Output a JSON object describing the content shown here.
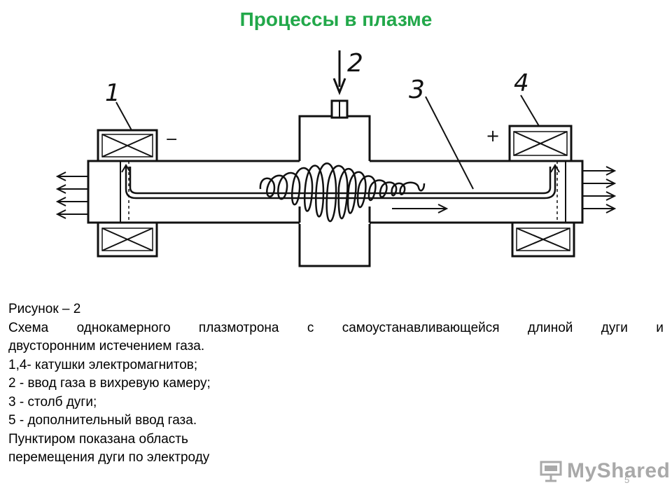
{
  "title": "Процессы в плазме",
  "diagram": {
    "labels": {
      "coil_left": "1",
      "gas_inlet": "2",
      "arc_column": "3",
      "coil_right": "4",
      "minus": "−",
      "plus": "+"
    }
  },
  "caption": {
    "figure_label": "Рисунок – 2",
    "description_words": [
      "Схема",
      "однокамерного",
      "плазмотрона",
      "с",
      "самоустанавливающейся",
      "длиной",
      "дуги",
      "и"
    ],
    "description_line2": "двусторонним истечением газа.",
    "legend": [
      "1,4- катушки  электромагнитов;",
      "2 - ввод газа в вихревую камеру;",
      "3 - столб дуги;",
      "5 - дополнительный ввод газа."
    ],
    "note_line1": "Пунктиром показана область",
    "note_line2": "перемещения дуги по электроду"
  },
  "watermark": {
    "text": "MyShared"
  },
  "page_number": "5"
}
